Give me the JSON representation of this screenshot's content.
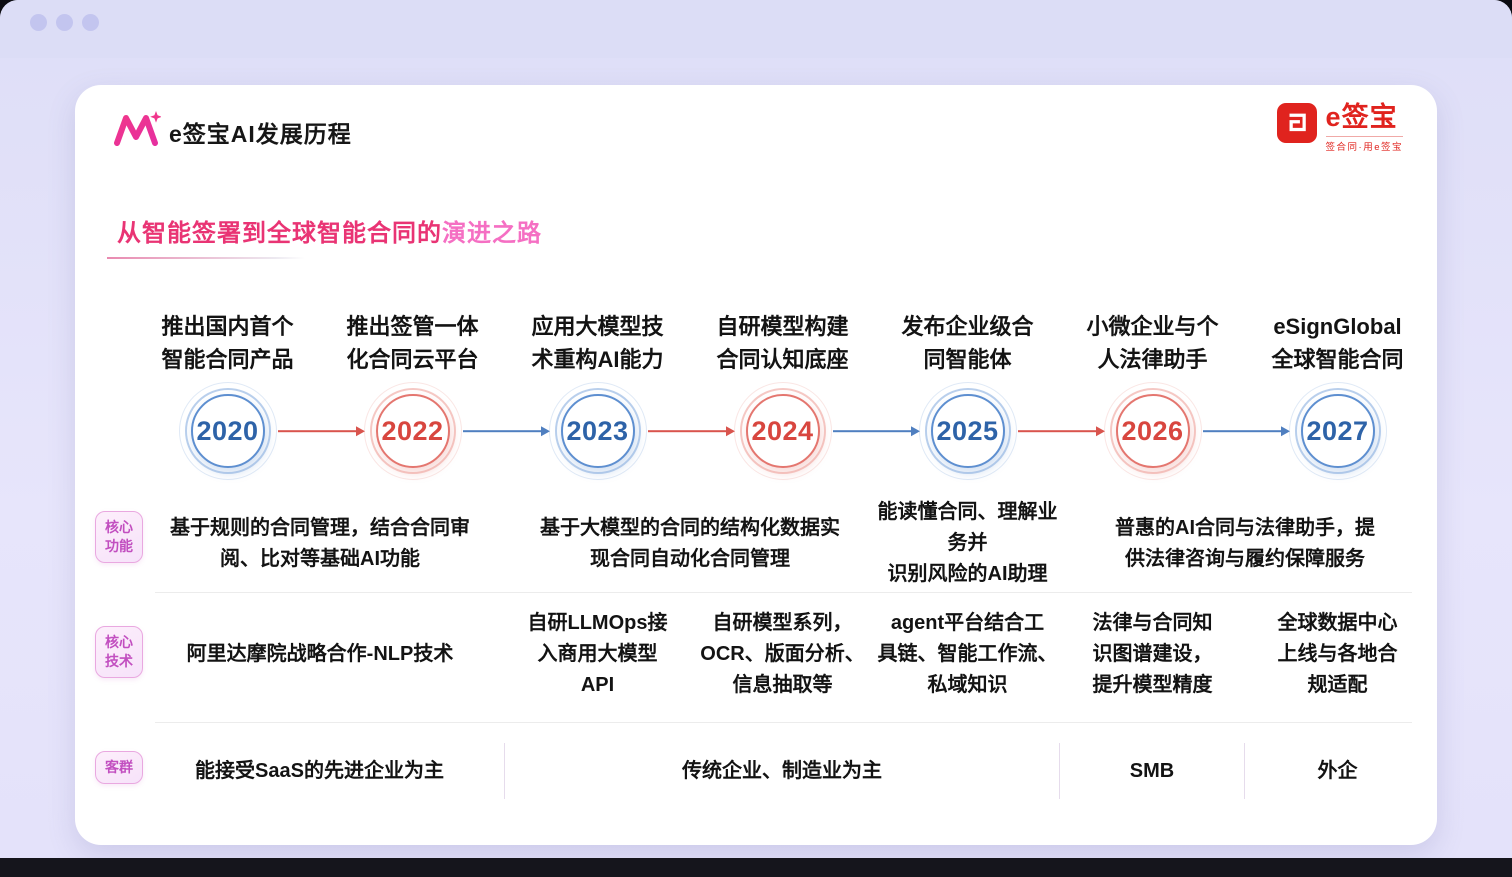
{
  "window": {
    "controls": [
      "dot",
      "dot",
      "dot"
    ]
  },
  "header": {
    "title": "e签宝AI发展历程"
  },
  "brand": {
    "name": "e签宝",
    "tagline": "签合同·用e签宝"
  },
  "subtitle": {
    "main": "从智能签署到全球智能合同的",
    "highlight": "演进之路"
  },
  "timeline": {
    "milestones": [
      {
        "label": "推出国内首个\n智能合同产品",
        "year": "2020",
        "color": "blue"
      },
      {
        "label": "推出签管一体\n化合同云平台",
        "year": "2022",
        "color": "red"
      },
      {
        "label": "应用大模型技\n术重构AI能力",
        "year": "2023",
        "color": "blue"
      },
      {
        "label": "自研模型构建\n合同认知底座",
        "year": "2024",
        "color": "red"
      },
      {
        "label": "发布企业级合\n同智能体",
        "year": "2025",
        "color": "blue"
      },
      {
        "label": "小微企业与个\n人法律助手",
        "year": "2026",
        "color": "red"
      },
      {
        "label": "eSignGlobal\n全球智能合同",
        "year": "2027",
        "color": "blue"
      }
    ],
    "arrows": [
      {
        "color": "red"
      },
      {
        "color": "blue"
      },
      {
        "color": "red"
      },
      {
        "color": "blue"
      },
      {
        "color": "red"
      },
      {
        "color": "blue"
      }
    ]
  },
  "rows": {
    "functions": {
      "badge": "核心\n功能",
      "cells": [
        {
          "text": "基于规则的合同管理，结合合同审\n阅、比对等基础AI功能"
        },
        {
          "text": "基于大模型的合同的结构化数据实\n现合同自动化合同管理"
        },
        {
          "text": "能读懂合同、理解业务并\n识别风险的AI助理"
        },
        {
          "text": "普惠的AI合同与法律助手，提\n供法律咨询与履约保障服务"
        }
      ]
    },
    "technology": {
      "badge": "核心\n技术",
      "cells": [
        {
          "text": "阿里达摩院战略合作-NLP技术"
        },
        {
          "text": "自研LLMOps接\n入商用大模型\nAPI"
        },
        {
          "text": "自研模型系列，\nOCR、版面分析、\n信息抽取等"
        },
        {
          "text": "agent平台结合工\n具链、智能工作流、\n私域知识"
        },
        {
          "text": "法律与合同知\n识图谱建设，\n提升模型精度"
        },
        {
          "text": "全球数据中心\n上线与各地合\n规适配"
        }
      ]
    },
    "customers": {
      "badge": "客群",
      "cells": [
        {
          "text": "能接受SaaS的先进企业为主"
        },
        {
          "text": "传统企业、制造业为主"
        },
        {
          "text": "SMB"
        },
        {
          "text": "外企"
        }
      ]
    }
  },
  "theme": {
    "background_purple": "#e4e2fa",
    "accent_pink": "#e93474",
    "highlight_pink": "#f56fc3",
    "timeline_blue": "#4f7fc0",
    "timeline_red": "#d9544d",
    "brand_red": "#e0231e",
    "badge_pink": "#c24fc0"
  }
}
